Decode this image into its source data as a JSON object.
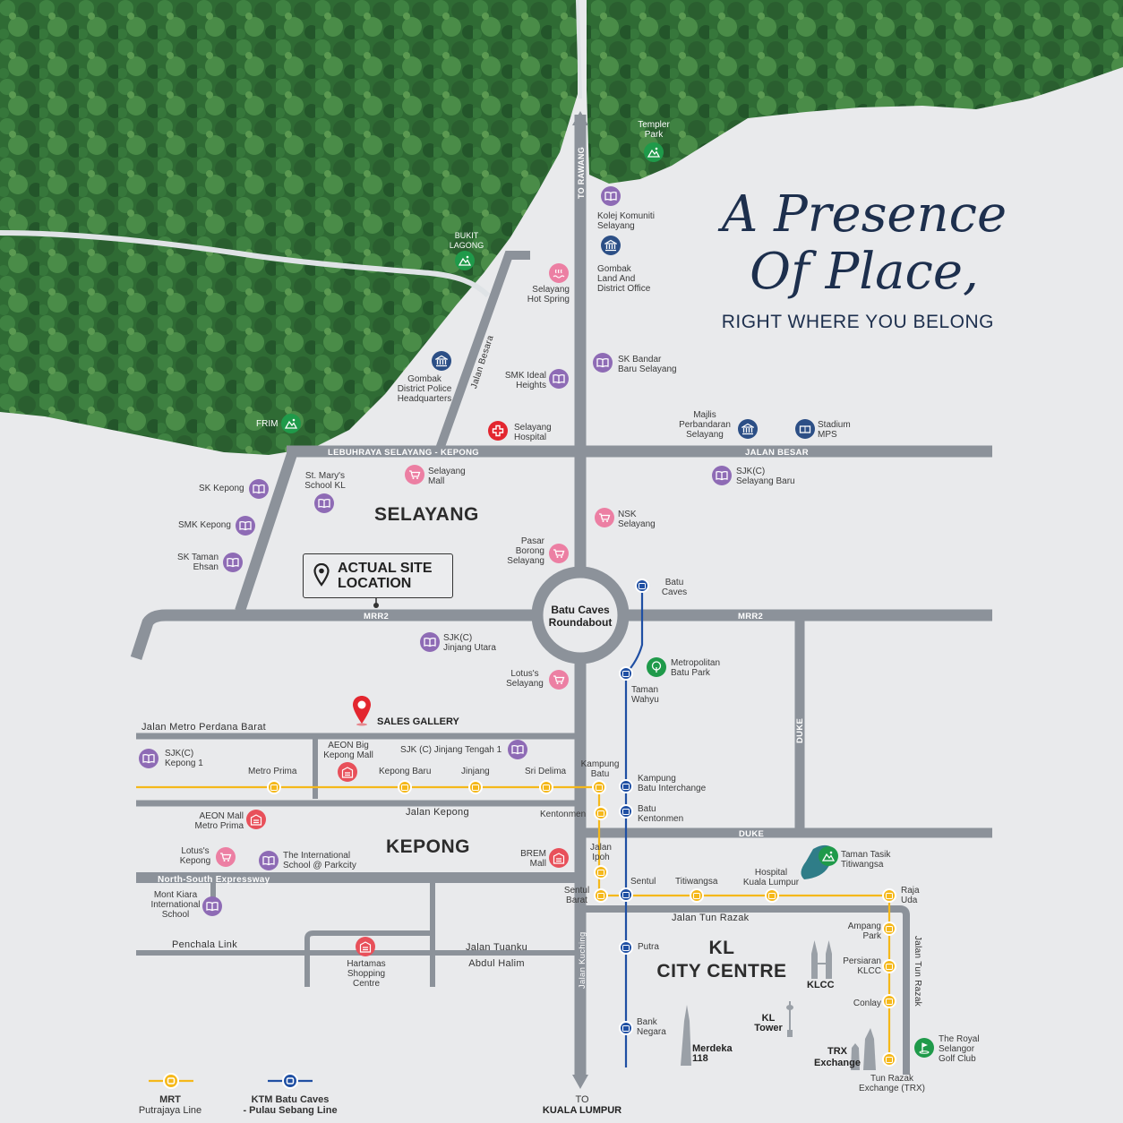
{
  "headline": {
    "line1": "A Presence",
    "line2": "Of Place,",
    "tagline": "RIGHT WHERE YOU BELONG"
  },
  "site": {
    "label": "ACTUAL SITE\nLOCATION",
    "sales_gallery": "SALES GALLERY"
  },
  "areas": {
    "selayang": "SELAYANG",
    "kepong": "KEPONG",
    "city_centre": "KL\nCITY CENTRE"
  },
  "roundabout": "Batu Caves\nRoundabout",
  "roads": {
    "to_rawang": "TO RAWANG",
    "lebuhraya": "LEBUHRAYA SELAYANG - KEPONG",
    "jalan_besar": "JALAN BESAR",
    "mrr2_left": "MRR2",
    "mrr2_right": "MRR2",
    "duke_v": "DUKE",
    "duke_h": "DUKE",
    "jalan_besara": "Jalan Besara",
    "metro_perdana": "Jalan Metro Perdana Barat",
    "jalan_kepong": "Jalan Kepong",
    "nse": "North-South Expressway",
    "penchala": "Penchala Link",
    "tuanku": "Jalan Tuanku\nAbdul Halim",
    "kuching": "Jalan Kuching",
    "tun_razak_h": "Jalan Tun Razak",
    "tun_razak_v": "Jalan Tun Razak",
    "to_kl_1": "TO",
    "to_kl_2": "KUALA LUMPUR"
  },
  "places": {
    "templer": "Templer\nPark",
    "kolej": "Kolej Komuniti\nSelayang",
    "bukit_lagong": "BUKIT\nLAGONG",
    "gombak_land": "Gombak\nLand And\nDistrict Office",
    "hot_spring": "Selayang\nHot Spring",
    "sk_bandar": "SK Bandar\nBaru Selayang",
    "smk_ideal": "SMK Ideal\nHeights",
    "gombak_police": "Gombak\nDistrict Police\nHeadquarters",
    "majlis": "Majlis\nPerbandaran\nSelayang",
    "stadium": "Stadium\nMPS",
    "frim": "FRIM",
    "hospital": "Selayang\nHospital",
    "sk_kepong": "SK Kepong",
    "st_marys": "St. Mary's\nSchool KL",
    "selayang_mall": "Selayang\nMall",
    "sjkc_selayang_baru": "SJK(C)\nSelayang Baru",
    "smk_kepong": "SMK Kepong",
    "nsk": "NSK\nSelayang",
    "sk_taman_ehsan": "SK Taman\nEhsan",
    "pasar_borong": "Pasar\nBorong\nSelayang",
    "batu_caves": "Batu\nCaves",
    "sjkc_jinjang_utara": "SJK(C)\nJinjang Utara",
    "metropolitan": "Metropolitan\nBatu Park",
    "lotus_selayang": "Lotus's\nSelayang",
    "taman_wahyu": "Taman\nWahyu",
    "aeon_big": "AEON Big\nKepong Mall",
    "sjkc_jinjang_tengah": "SJK (C) Jinjang Tengah 1",
    "sjkc_kepong1": "SJK(C)\nKepong 1",
    "metro_prima": "Metro Prima",
    "kepong_baru": "Kepong Baru",
    "jinjang": "Jinjang",
    "sri_delima": "Sri Delima",
    "kampung_batu_mrt": "Kampung\nBatu",
    "kampung_batu_ktm": "Kampung\nBatu Interchange",
    "aeon_metro": "AEON Mall\nMetro Prima",
    "kentonmen": "Kentonmen",
    "batu_kentonmen": "Batu\nKentonmen",
    "lotus_kepong": "Lotus's\nKepong",
    "intl_school": "The International\nSchool @ Parkcity",
    "brem": "BREM\nMall",
    "jalan_ipoh": "Jalan\nIpoh",
    "taman_tasik": "Taman Tasik\nTitiwangsa",
    "hkl": "Hospital\nKuala Lumpur",
    "sentul": "Sentul",
    "titiwangsa": "Titiwangsa",
    "raja_uda": "Raja\nUda",
    "sentul_barat": "Sentul\nBarat",
    "mont_kiara": "Mont Kiara\nInternational\nSchool",
    "ampang_park": "Ampang\nPark",
    "putra": "Putra",
    "hartamas": "Hartamas\nShopping\nCentre",
    "persiaran_klcc": "Persiaran\nKLCC",
    "klcc": "KLCC",
    "kl_tower": "KL\nTower",
    "conlay": "Conlay",
    "bank_negara": "Bank\nNegara",
    "merdeka": "Merdeka\n118",
    "trx": "TRX\nExchange",
    "royal_selangor": "The Royal\nSelangor\nGolf Club",
    "tun_razak_exchange": "Tun Razak\nExchange (TRX)"
  },
  "legend": {
    "mrt_1": "MRT",
    "mrt_2": "Putrajaya Line",
    "ktm_1": "KTM Batu Caves",
    "ktm_2": "- Pulau Sebang Line"
  },
  "colors": {
    "forest": "#2f6b34",
    "road": "#8c929a",
    "mrt": "#f5b81a",
    "ktm": "#1f4fa3",
    "school": "#8e6bb5",
    "retail": "#ec7fa3",
    "hospital": "#e3262f",
    "park": "#1f9a4a",
    "gov": "#2c4f86",
    "mall": "#e8505a",
    "title": "#1d2f4d"
  }
}
